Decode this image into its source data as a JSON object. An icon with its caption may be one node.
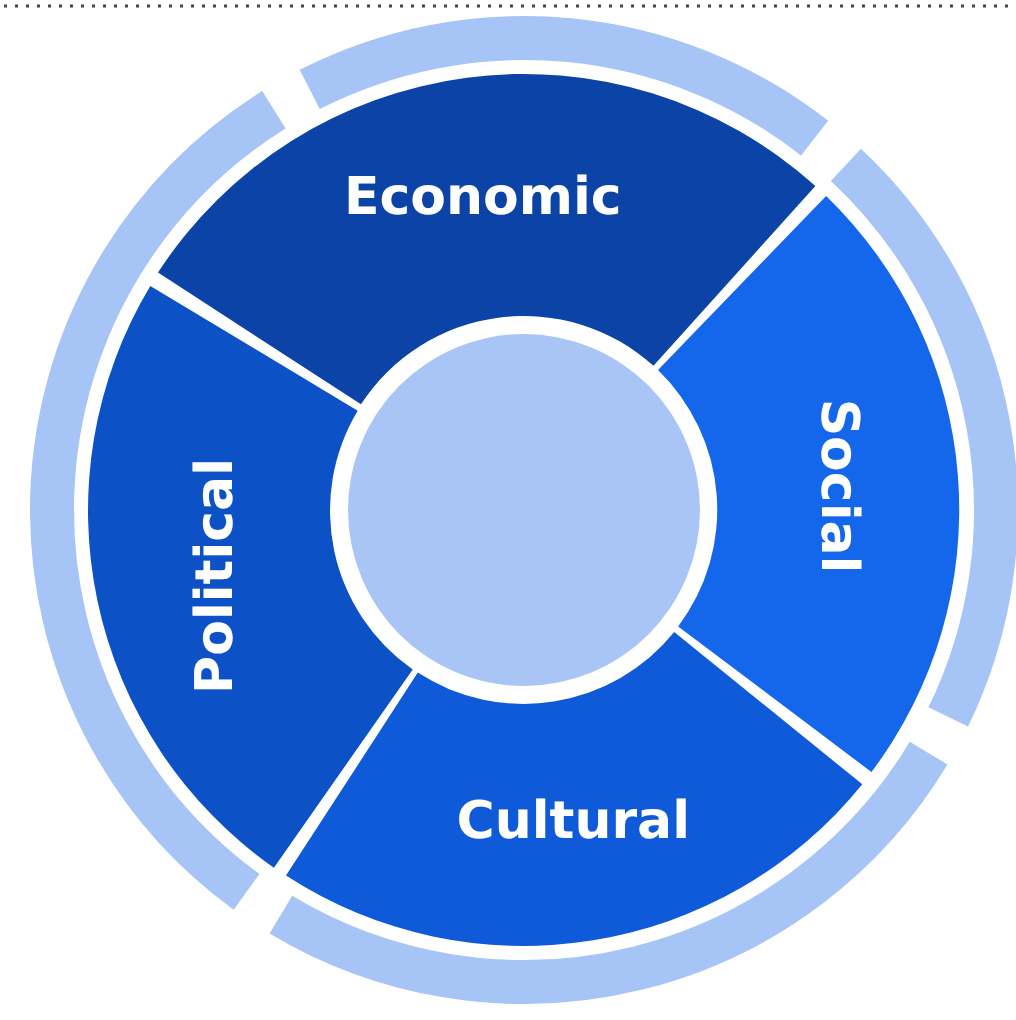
{
  "diagram": {
    "nodes": [
      {
        "text": [
          "Economic"
        ]
      },
      {
        "text": [
          "Social"
        ]
      },
      {
        "text": [
          "Cultural"
        ]
      },
      {
        "text": [
          "Political"
        ]
      },
      {
        "text": [],
        "shape": "circle"
      }
    ]
  }
}
